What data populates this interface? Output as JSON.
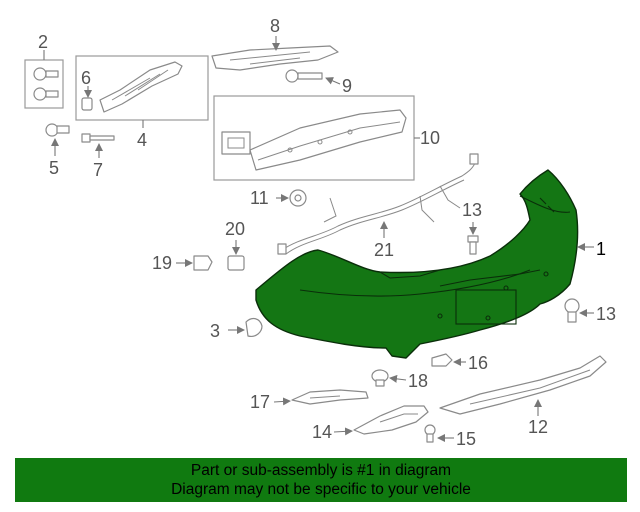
{
  "callouts": {
    "c1": "1",
    "c2": "2",
    "c3": "3",
    "c4": "4",
    "c5": "5",
    "c6": "6",
    "c7": "7",
    "c8": "8",
    "c9": "9",
    "c10": "10",
    "c11": "11",
    "c12": "12",
    "c13a": "13",
    "c13b": "13",
    "c14": "14",
    "c15": "15",
    "c16": "16",
    "c17": "17",
    "c18": "18",
    "c19": "19",
    "c20": "20",
    "c21": "21"
  },
  "highlight_color": "#147614",
  "footer": {
    "line1": "Part or sub-assembly is #1 in diagram",
    "line2": "Diagram may not be specific to your vehicle"
  }
}
